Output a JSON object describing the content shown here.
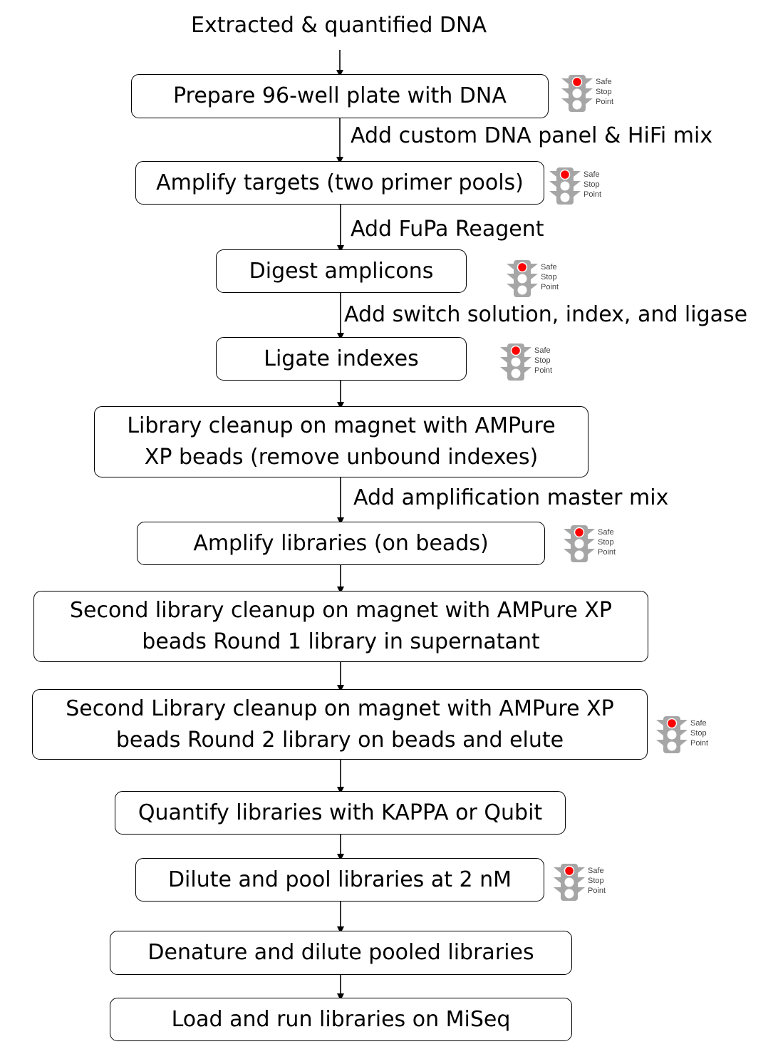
{
  "title": "Extracted & quantified DNA",
  "steps": [
    "Prepare 96-well plate with DNA",
    "Amplify targets (two primer pools)",
    "Digest amplicons",
    "Ligate indexes",
    "Library cleanup on magnet with AMPure\nXP beads (remove unbound indexes)",
    "Amplify libraries (on beads)",
    "Second library cleanup on magnet with AMPure XP\nbeads Round 1 library in supernatant",
    "Second Library cleanup on magnet with AMPure XP\nbeads Round 2 library on beads and elute",
    "Quantify libraries with KAPPA or Qubit",
    "Dilute and pool libraries at 2 nM",
    "Denature and dilute pooled libraries",
    "Load and run libraries on MiSeq"
  ],
  "edge_labels": [
    "Add custom DNA panel & HiFi mix",
    "Add FuPa Reagent",
    "Add switch solution, index, and ligase",
    "Add amplification master mix"
  ],
  "safe_stop_point": {
    "icon": "traffic-light-icon",
    "label": "Safe\nStop\nPoint",
    "light_color": "#ff0000",
    "body_color": "#a6a6a6"
  }
}
